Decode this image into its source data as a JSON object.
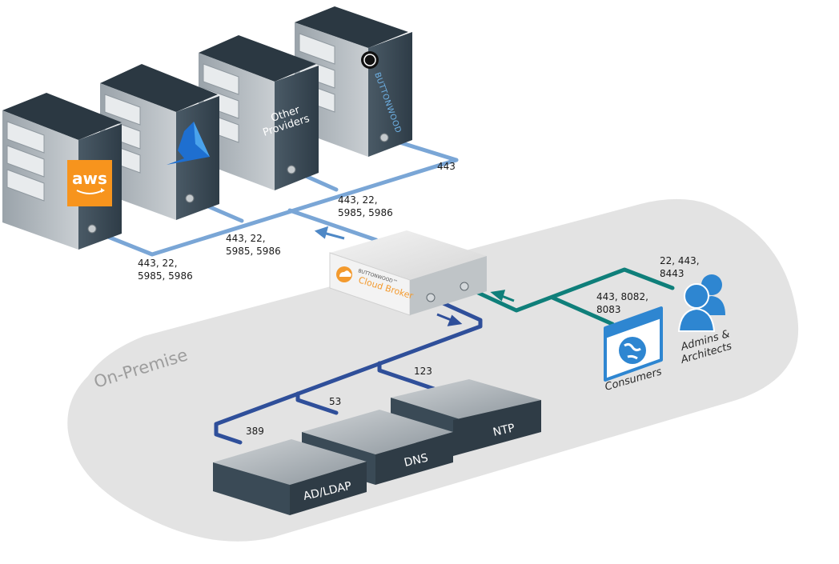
{
  "zone": {
    "label": "On-Premise"
  },
  "providers": {
    "aws": {
      "logo_text": "aws",
      "logo_bg": "#f7941d"
    },
    "azure": {
      "logo_color": "#1e6fd0"
    },
    "other": {
      "line1": "Other",
      "line2": "Providers"
    },
    "buttonwood": {
      "logo_text": "BUTTONWOOD"
    }
  },
  "broker": {
    "brand": "BUTTONWOOD™",
    "product": "Cloud Broker",
    "accent": "#f39a2e"
  },
  "services": {
    "ad": {
      "label": "AD/LDAP"
    },
    "dns": {
      "label": "DNS"
    },
    "ntp": {
      "label": "NTP"
    }
  },
  "clients": {
    "consumers": {
      "label": "Consumers"
    },
    "admins": {
      "line1": "Admins &",
      "line2": "Architects"
    }
  },
  "ports": {
    "buttonwood": "443",
    "other_l1": "443, 22,",
    "other_l2": "5985, 5986",
    "azure_l1": "443, 22,",
    "azure_l2": "5985, 5986",
    "aws_l1": "443, 22,",
    "aws_l2": "5985, 5986",
    "admins_l1": "22, 443,",
    "admins_l2": "8443",
    "consumers_l1": "443, 8082,",
    "consumers_l2": "8083",
    "ntp": "123",
    "dns": "53",
    "ad": "389"
  },
  "colors": {
    "cloud_link": "#7aa6d6",
    "onprem_link": "#2f4f9a",
    "client_link": "#0f7f7a",
    "zone_fill": "#e3e3e3",
    "server_dark": "#3a4a56",
    "client_blue": "#2e86d1"
  }
}
